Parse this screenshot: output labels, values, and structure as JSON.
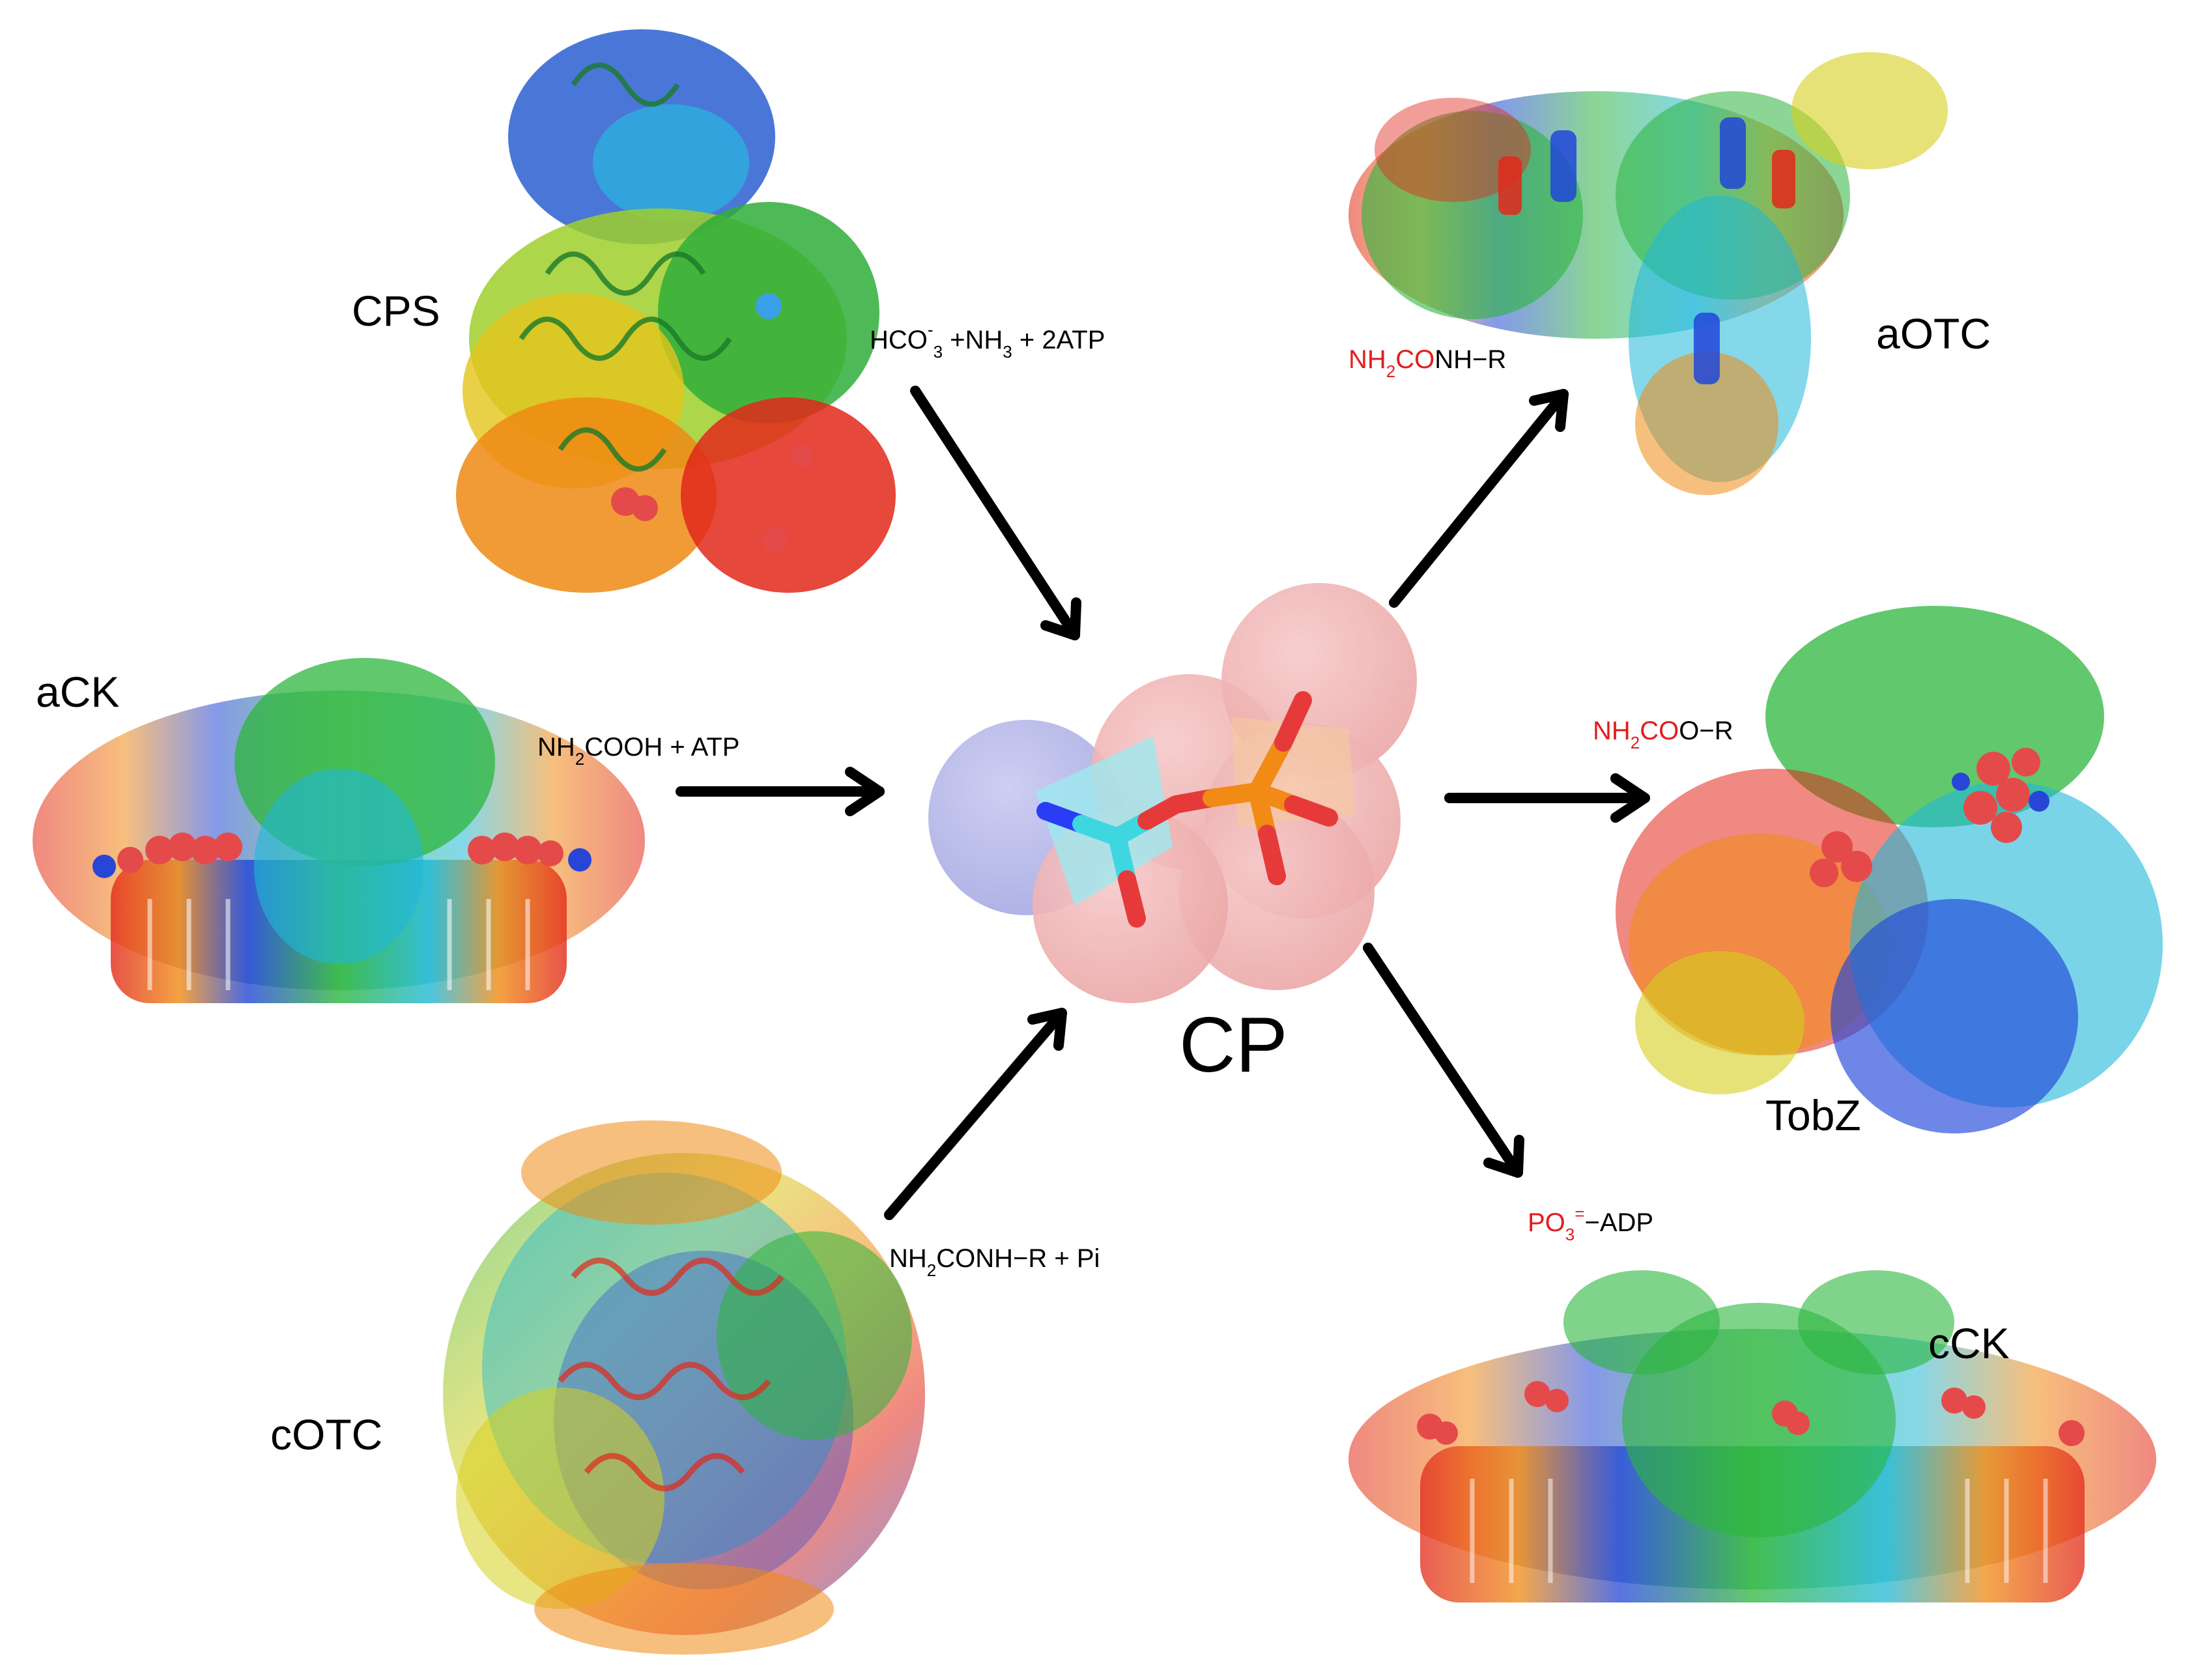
{
  "center": {
    "label": "CP"
  },
  "enzymes": {
    "cps": "CPS",
    "ack": "aCK",
    "cotc": "cOTC",
    "aotc": "aOTC",
    "tobz": "TobZ",
    "cck": "cCK"
  },
  "reactions": {
    "cps": {
      "parts": [
        "HCO",
        "-",
        "3",
        " +NH",
        "3",
        " + 2ATP"
      ]
    },
    "ack": {
      "parts": [
        "NH",
        "2",
        "COOH + ATP"
      ]
    },
    "cotc": {
      "parts": [
        "NH",
        "2",
        "CONH−R + Pi"
      ]
    },
    "aotc": {
      "parts": [
        "NH",
        "2",
        "CO",
        "NH−R"
      ]
    },
    "tobz": {
      "parts": [
        "NH",
        "2",
        "CO",
        "O−R"
      ]
    },
    "cck": {
      "parts": [
        "PO",
        "3",
        "=",
        "−ADP"
      ]
    }
  },
  "colors": {
    "highlight": "#e31d1d",
    "arrow": "#000000",
    "carbon": "#3ed7e0",
    "nitrogen": "#1f3cff",
    "oxygen": "#e63a3a",
    "phosphorus": "#f28a16"
  }
}
